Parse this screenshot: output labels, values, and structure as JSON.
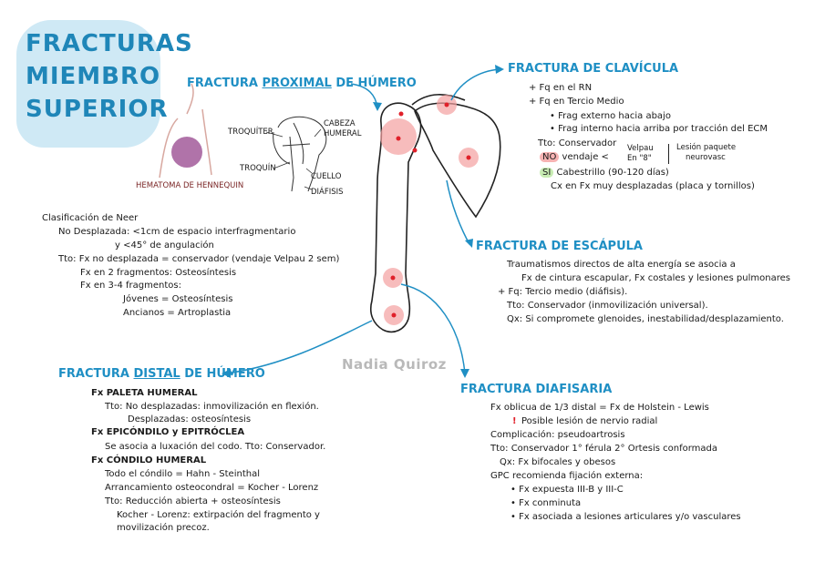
{
  "title": {
    "line1": "FRACTURAS",
    "line2": "MIEMBRO",
    "line3": "SUPERIOR"
  },
  "hematoma_label": "HEMATOMA DE HENNEQUIN",
  "humerus_labels": {
    "troquiter": "TROQUÍTER",
    "troquin": "TROQUÍN",
    "cabeza_line1": "CABEZA",
    "cabeza_line2": "HUMERAL",
    "cuello": "CUELLO",
    "diafisis": "DIÁFISIS"
  },
  "proximal": {
    "title_pre": "FRACTURA ",
    "title_u": "PROXIMAL",
    "title_post": " DE HÚMERO",
    "lines": [
      "Clasificación de Neer",
      "No Desplazada: <1cm de espacio interfragmentario",
      "y <45° de angulación",
      "Tto: Fx no desplazada = conservador (vendaje Velpau 2 sem)",
      "Fx en 2 fragmentos: Osteosíntesis",
      "Fx en 3-4 fragmentos:",
      "Jóvenes = Osteosíntesis",
      "Ancianos = Artroplastia"
    ]
  },
  "clavicula": {
    "title": "FRACTURA DE CLAVÍCULA",
    "lines": [
      "+ Fq en el RN",
      "+ Fq en Tercio Medio",
      "• Frag externo hacia abajo",
      "• Frag interno hacia arriba por tracción del ECM",
      "Tto: Conservador"
    ],
    "no": "NO",
    "vendaje": "vendaje",
    "velpau": "Velpau",
    "en8": "En \"8\"",
    "lesion1": "Lesión paquete",
    "lesion2": "neurovasc",
    "si": "SI",
    "cabestrillo": "Cabestrillo (90-120 días)",
    "cx": "Cx en Fx muy desplazadas (placa y tornillos)"
  },
  "escapula": {
    "title": "FRACTURA DE ESCÁPULA",
    "lines": [
      "Traumatismos directos de alta energía se asocia a",
      "Fx de cintura escapular, Fx costales y lesiones pulmonares",
      "+ Fq: Tercio medio (diáfisis).",
      "Tto: Conservador (inmovilización universal).",
      "Qx: Si compromete glenoides, inestabilidad/desplazamiento."
    ]
  },
  "watermark": "Nadia Quiroz",
  "distal": {
    "title_pre": "FRACTURA ",
    "title_u": "DISTAL",
    "title_post": " DE HÚMERO",
    "paleta": "Fx PALETA HUMERAL",
    "paleta_lines": [
      "Tto: No desplazadas: inmovilización en flexión.",
      "Desplazadas: osteosíntesis"
    ],
    "epicondilo": "Fx EPICÓNDILO y EPITRÓCLEA",
    "epicondilo_lines": [
      "Se asocia a luxación del codo. Tto: Conservador."
    ],
    "condilo": "Fx CÓNDILO HUMERAL",
    "condilo_lines": [
      "Todo el cóndilo = Hahn - Steinthal",
      "Arrancamiento osteocondral = Kocher - Lorenz",
      "Tto: Reducción abierta + osteosíntesis",
      "Kocher - Lorenz: extirpación del fragmento y",
      "movilización precoz."
    ]
  },
  "diafisaria": {
    "title": "FRACTURA DIAFISARIA",
    "lines": [
      "Fx oblicua de 1/3 distal = Fx de Holstein - Lewis",
      "Posible lesión de nervio radial",
      "Complicación: pseudoartrosis",
      "Tto: Conservador 1° férula  2° Ortesis conformada",
      "Qx: Fx bifocales y obesos",
      "GPC recomienda fijación externa:",
      "• Fx expuesta III-B y III-C",
      "• Fx conminuta",
      "• Fx asociada a lesiones articulares y/o vasculares"
    ],
    "warn": "!"
  },
  "colors": {
    "accent": "#1f8fc4",
    "title_bg": "#cfe9f5",
    "highlight_red": "#f7b3b3",
    "highlight_green": "#c8ecb3",
    "dot": "#e0202a"
  }
}
